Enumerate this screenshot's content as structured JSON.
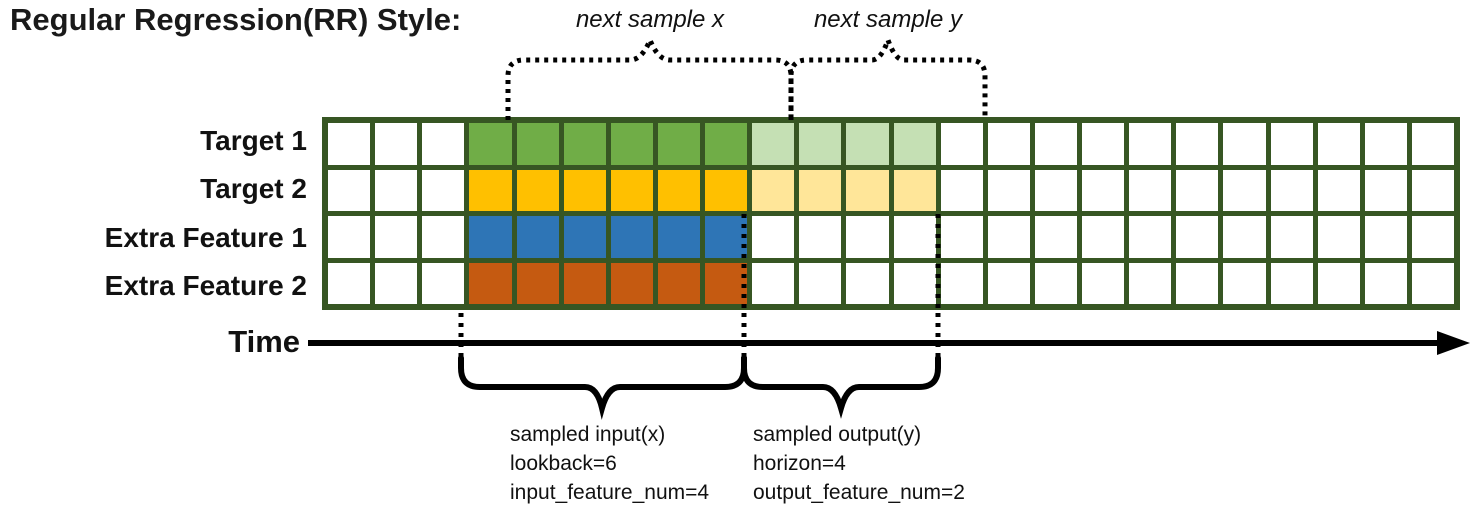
{
  "title": "Regular Regression(RR) Style:",
  "annotations": {
    "next_sample_x": "next sample x",
    "next_sample_y": "next sample y",
    "time_label": "Time",
    "sampled_input": {
      "lines": [
        "sampled input(x)",
        "lookback=6",
        "input_feature_num=4"
      ]
    },
    "sampled_output": {
      "lines": [
        "sampled output(y)",
        "horizon=4",
        "output_feature_num=2"
      ]
    }
  },
  "grid": {
    "total_columns": 24,
    "input_start_column": 4,
    "lookback": 6,
    "horizon": 4,
    "border_color": "#375623",
    "empty_cell_color": "#ffffff",
    "rows": [
      {
        "label": "Target 1",
        "input_color": "#70AD47",
        "output_color": "#C5E0B4"
      },
      {
        "label": "Target 2",
        "input_color": "#FFC000",
        "output_color": "#FFE699"
      },
      {
        "label": "Extra Feature 1",
        "input_color": "#2E75B6",
        "output_color": null
      },
      {
        "label": "Extra Feature 2",
        "input_color": "#C55A11",
        "output_color": null
      }
    ]
  },
  "colors": {
    "line_color": "#000000",
    "text_color": "#111111"
  }
}
